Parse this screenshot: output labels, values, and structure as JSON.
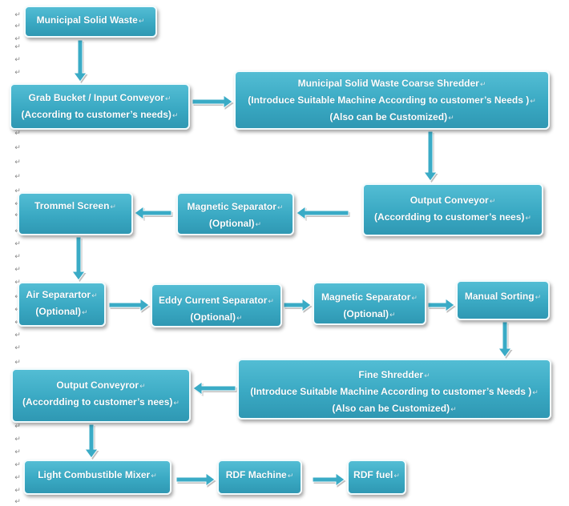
{
  "diagram": {
    "boxes": {
      "msw": [
        "Municipal Solid Waste"
      ],
      "grab": [
        "Grab Bucket / Input Conveyor",
        "(According to customer’s needs)"
      ],
      "coarse": [
        "Municipal Solid Waste Coarse Shredder",
        "(Introduce Suitable Machine According to customer’s Needs )",
        "(Also can be Customized)"
      ],
      "output1": [
        "Output Conveyor",
        "(Accordding to customer’s nees)"
      ],
      "mag1": [
        "Magnetic Separator",
        "(Optional)"
      ],
      "trommel": [
        "Trommel Screen"
      ],
      "air": [
        "Air Separartor",
        "(Optional)"
      ],
      "eddy": [
        "Eddy Current Separator",
        "(Optional)"
      ],
      "mag2": [
        "Magnetic Separator",
        "(Optional)"
      ],
      "manual": [
        "Manual Sorting"
      ],
      "fine": [
        "Fine Shredder",
        "(Introduce Suitable Machine According to customer’s Needs )",
        "(Also can be Customized)"
      ],
      "output2": [
        "Output Conveyror",
        "(Accordding to customer’s nees)"
      ],
      "mixer": [
        "Light Combustible Mixer"
      ],
      "rdf_machine": [
        "RDF Machine"
      ],
      "rdf_fuel": [
        "RDF fuel"
      ]
    },
    "colors": {
      "box_fill": "#3aa9c3",
      "box_border": "#f2fbfd",
      "arrow": "#3aabc6",
      "text": "#ffffff"
    },
    "paragraph_mark_icon": "return-arrow-icon"
  }
}
